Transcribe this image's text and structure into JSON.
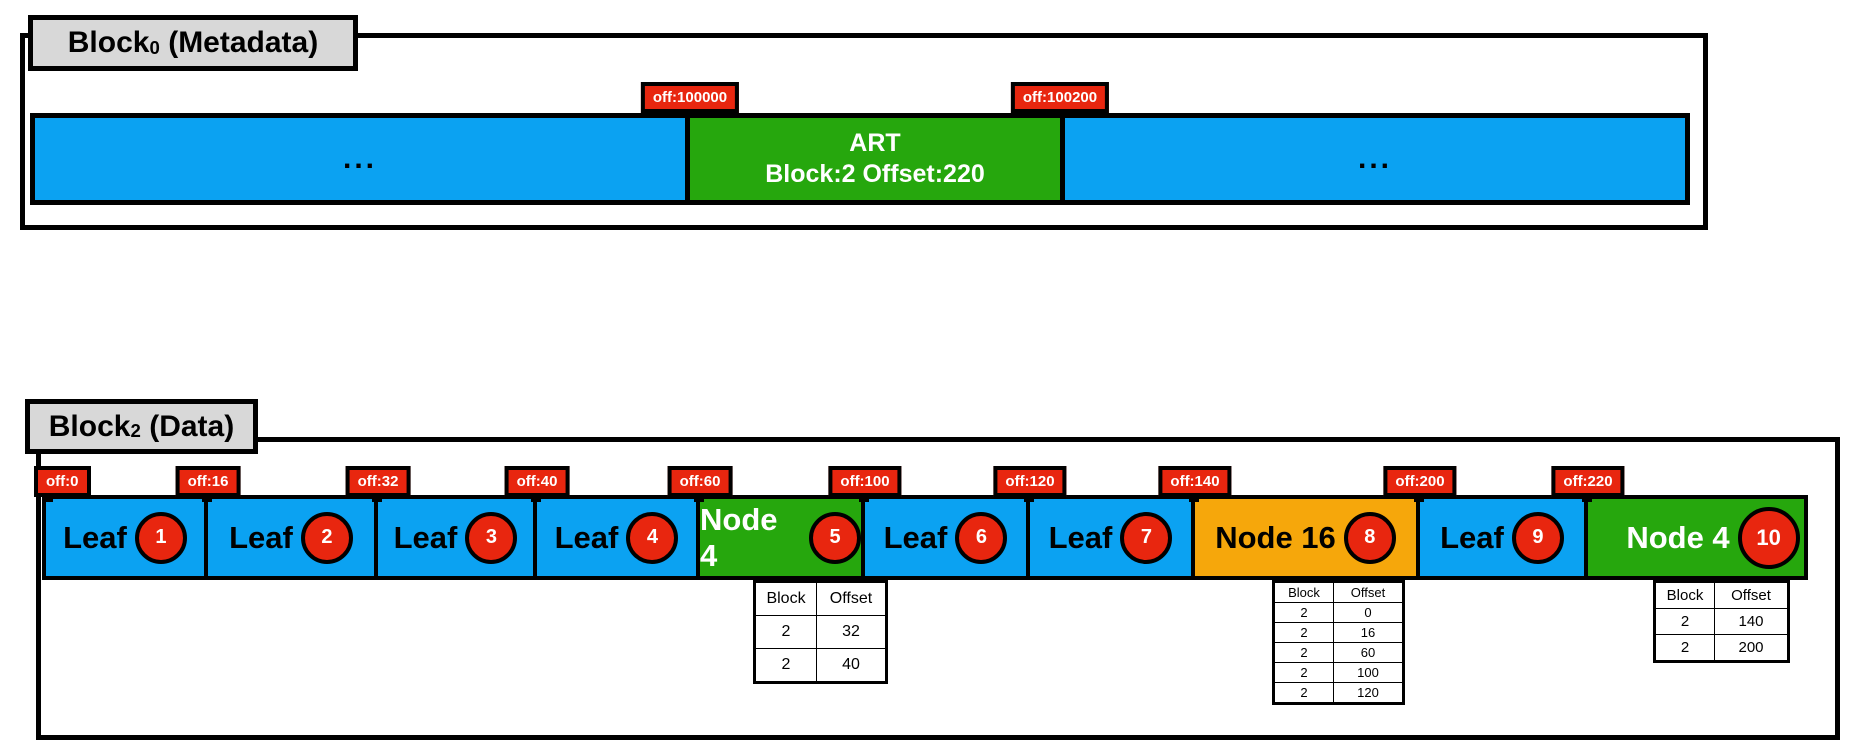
{
  "colors": {
    "blue": "#0BA2F2",
    "green": "#26A70D",
    "orange": "#F6A70B",
    "red": "#E8260F",
    "gray": "#D8D8D8",
    "black": "#000000",
    "white": "#FFFFFF"
  },
  "block0": {
    "label": {
      "prefix": "Block",
      "sub": "0",
      "suffix": "(Metadata)"
    },
    "left_ellipsis": "...",
    "right_ellipsis": "...",
    "art": {
      "line1": "ART",
      "line2": "Block:2 Offset:220"
    },
    "offsets": [
      {
        "label": "off:100000"
      },
      {
        "label": "off:100200"
      }
    ]
  },
  "block2": {
    "label": {
      "prefix": "Block",
      "sub": "2",
      "suffix": "(Data)"
    },
    "segments": [
      {
        "off": "off:0",
        "label": "Leaf",
        "num": "1",
        "bg": "#0BA2F2",
        "fg": "#000000"
      },
      {
        "off": "off:16",
        "label": "Leaf",
        "num": "2",
        "bg": "#0BA2F2",
        "fg": "#000000"
      },
      {
        "off": "off:32",
        "label": "Leaf",
        "num": "3",
        "bg": "#0BA2F2",
        "fg": "#000000"
      },
      {
        "off": "off:40",
        "label": "Leaf",
        "num": "4",
        "bg": "#0BA2F2",
        "fg": "#000000"
      },
      {
        "off": "off:60",
        "label": "Node 4",
        "num": "5",
        "bg": "#26A70D",
        "fg": "#FFFFFF"
      },
      {
        "off": "off:100",
        "label": "Leaf",
        "num": "6",
        "bg": "#0BA2F2",
        "fg": "#000000"
      },
      {
        "off": "off:120",
        "label": "Leaf",
        "num": "7",
        "bg": "#0BA2F2",
        "fg": "#000000"
      },
      {
        "off": "off:140",
        "label": "Node 16",
        "num": "8",
        "bg": "#F6A70B",
        "fg": "#000000"
      },
      {
        "off": "off:200",
        "label": "Leaf",
        "num": "9",
        "bg": "#0BA2F2",
        "fg": "#000000"
      },
      {
        "off": "off:220",
        "label": "Node 4",
        "num": "10",
        "bg": "#26A70D",
        "fg": "#FFFFFF"
      }
    ],
    "tables": {
      "node4_5": {
        "headers": [
          "Block",
          "Offset"
        ],
        "rows": [
          [
            "2",
            "32"
          ],
          [
            "2",
            "40"
          ]
        ]
      },
      "node16_8": {
        "headers": [
          "Block",
          "Offset"
        ],
        "rows": [
          [
            "2",
            "0"
          ],
          [
            "2",
            "16"
          ],
          [
            "2",
            "60"
          ],
          [
            "2",
            "100"
          ],
          [
            "2",
            "120"
          ]
        ]
      },
      "node4_10": {
        "headers": [
          "Block",
          "Offset"
        ],
        "rows": [
          [
            "2",
            "140"
          ],
          [
            "2",
            "200"
          ]
        ]
      }
    }
  }
}
